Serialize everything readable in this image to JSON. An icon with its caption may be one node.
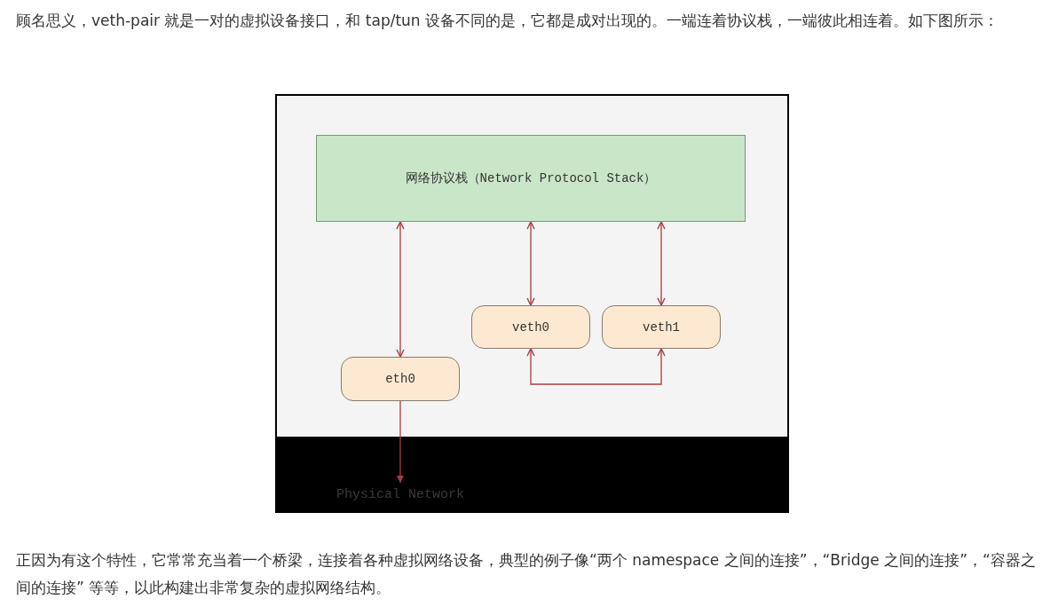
{
  "diagram": {
    "nodes": [
      {
        "text": [
          "网络协议栈（Network Protocol Stack）"
        ]
      },
      {
        "text": [
          "veth0"
        ]
      },
      {
        "text": [
          "veth1"
        ]
      },
      {
        "text": [
          "eth0"
        ]
      },
      {
        "text": [
          "Physical Network"
        ]
      }
    ],
    "edges": [
      {
        "from": 0,
        "to": 3,
        "arrow": "both",
        "color": "#a83c3c"
      },
      {
        "from": 0,
        "to": 1,
        "arrow": "both",
        "color": "#a83c3c"
      },
      {
        "from": 0,
        "to": 2,
        "arrow": "both",
        "color": "#a83c3c"
      },
      {
        "from": 1,
        "to": 2,
        "arrow": "both",
        "color": "#a83c3c"
      },
      {
        "from": 3,
        "to": 4,
        "arrow": "to",
        "color": "#a83c3c"
      }
    ],
    "labels": [
      "顾名思义，veth-pair 就是一对的虚拟设备接口，和 tap/tun 设备不同的是，它都是成对出现的。一端连着协议栈，一端彼此相连着。如下图所示：",
      "正因为有这个特性，它常常充当着一个桥梁，连接着各种虚拟网络设备，典型的例子像“两个 namespace 之间的连接”，“Bridge 之间的连接”，“容器之间的连接” 等等，以此构建出非常复杂的虚拟网络结构。"
    ]
  }
}
